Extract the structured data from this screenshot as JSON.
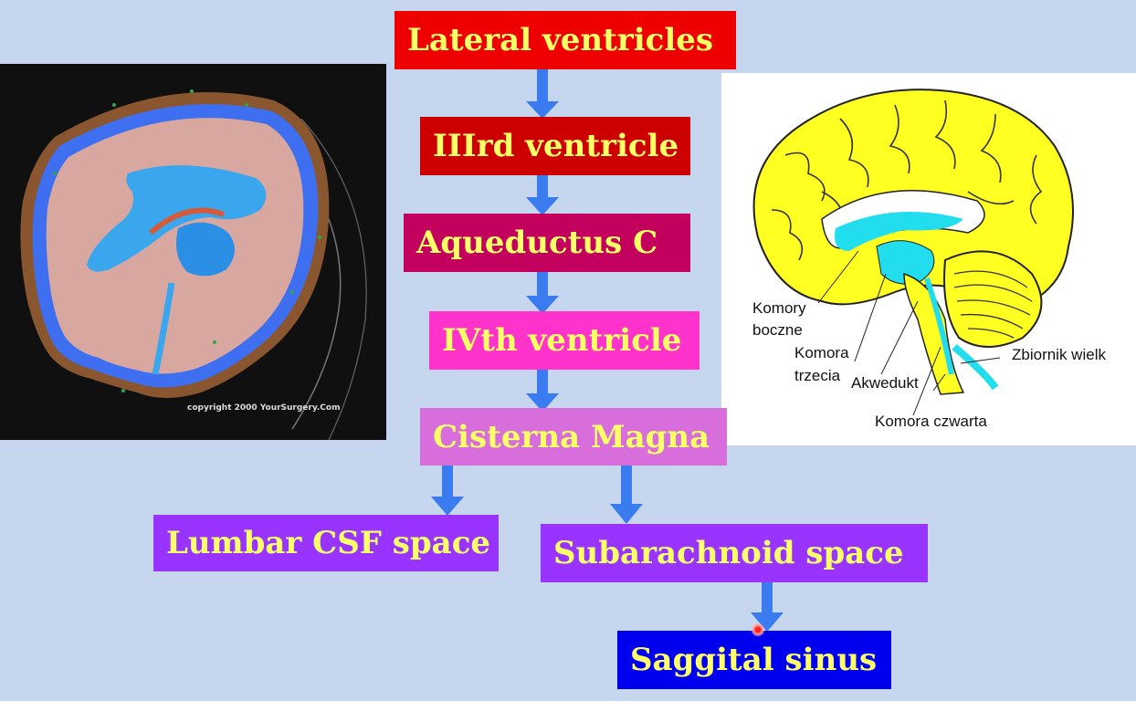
{
  "flow": {
    "lateral": "Lateral ventricles",
    "third": "IIIrd ventricle",
    "aqueduct": "Aqueductus C",
    "fourth": "IVth ventricle",
    "cisterna": "Cisterna Magna",
    "lumbar": "Lumbar CSF space",
    "subarachnoid": "Subarachnoid space",
    "sinus": "Saggital sinus"
  },
  "left_image": {
    "copyright": "copyright 2000 YourSurgery.Com"
  },
  "right_image": {
    "komory_boczne_1": "Komory",
    "komory_boczne_2": "boczne",
    "komora_trzecia_1": "Komora",
    "komora_trzecia_2": "trzecia",
    "akwedukt": "Akwedukt",
    "zbiornik": "Zbiornik wielk",
    "komora_czwarta": "Komora czwarta"
  },
  "colors": {
    "background": "#c5d6ee",
    "box_text": "#ffff66",
    "lateral": "#ee0000",
    "third": "#cc0000",
    "aqueduct": "#c3005d",
    "fourth": "#ff33cc",
    "cisterna": "#d86ddc",
    "purple": "#9933ff",
    "sinus": "#0000ee",
    "arrow": "#3a7cf0"
  }
}
